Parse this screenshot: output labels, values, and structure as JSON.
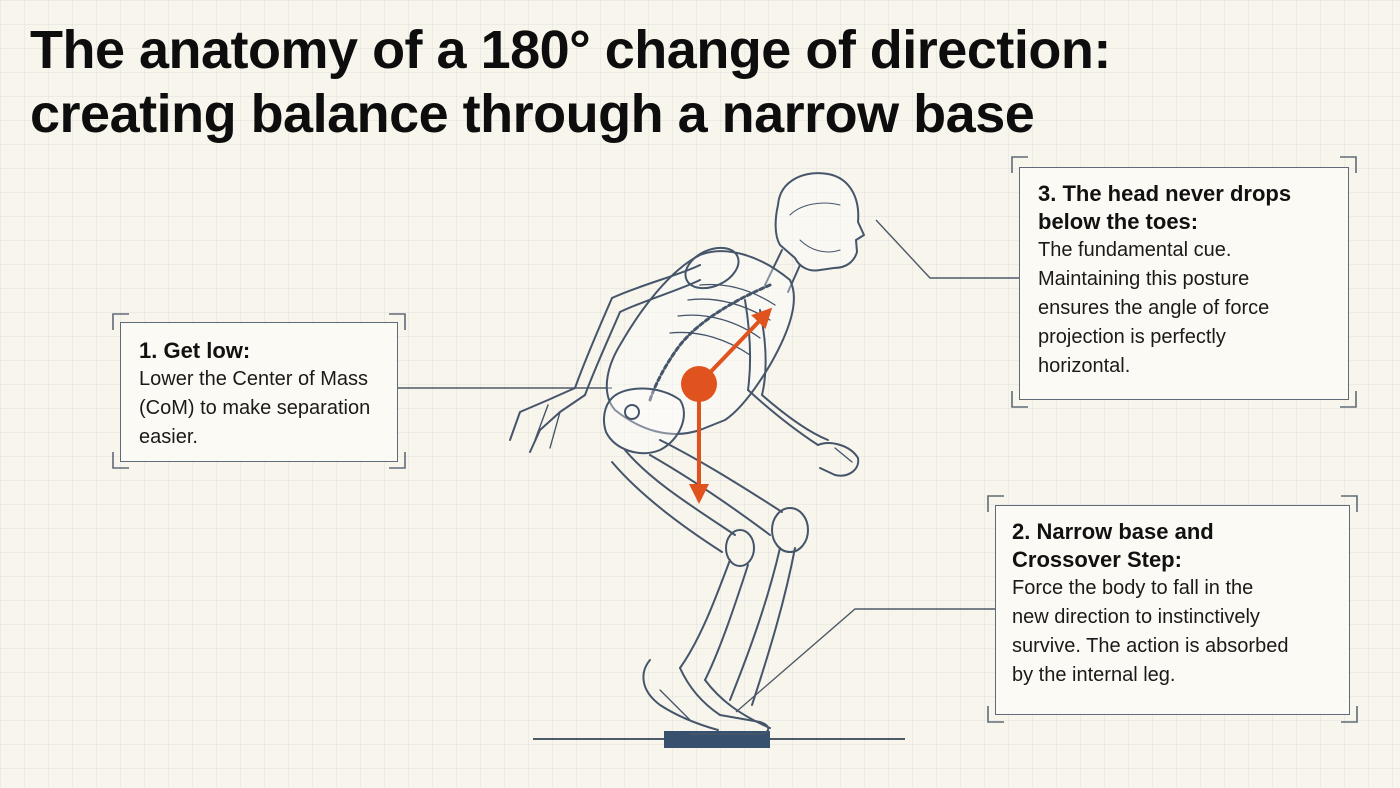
{
  "title": {
    "line1": "The anatomy of a 180° change of direction:",
    "line2": "creating balance through a narrow base"
  },
  "callouts": [
    {
      "heading": "1. Get low:",
      "lines": [
        "Lower the Center of Mass",
        "(CoM) to make separation",
        "easier."
      ]
    },
    {
      "heading_lines": [
        "2. Narrow base and",
        "Crossover Step:"
      ],
      "lines": [
        "Force the body to fall in the",
        "new direction to instinctively",
        "survive. The action is absorbed",
        "by the internal leg."
      ]
    },
    {
      "heading_lines": [
        "3. The head never drops",
        "below the toes:"
      ],
      "lines": [
        "The fundamental cue.",
        "Maintaining this posture",
        "ensures the angle of force",
        "projection is perfectly",
        "horizontal."
      ]
    }
  ],
  "colors": {
    "accent": "#e0531f",
    "line": "#4d5a68",
    "frame": "#5f6b78",
    "base": "#37506d",
    "background": "#f8f5ed"
  },
  "icons": [
    "human-skeleton-figure",
    "center-of-mass-marker",
    "force-arrow-up-forward",
    "force-arrow-down"
  ]
}
